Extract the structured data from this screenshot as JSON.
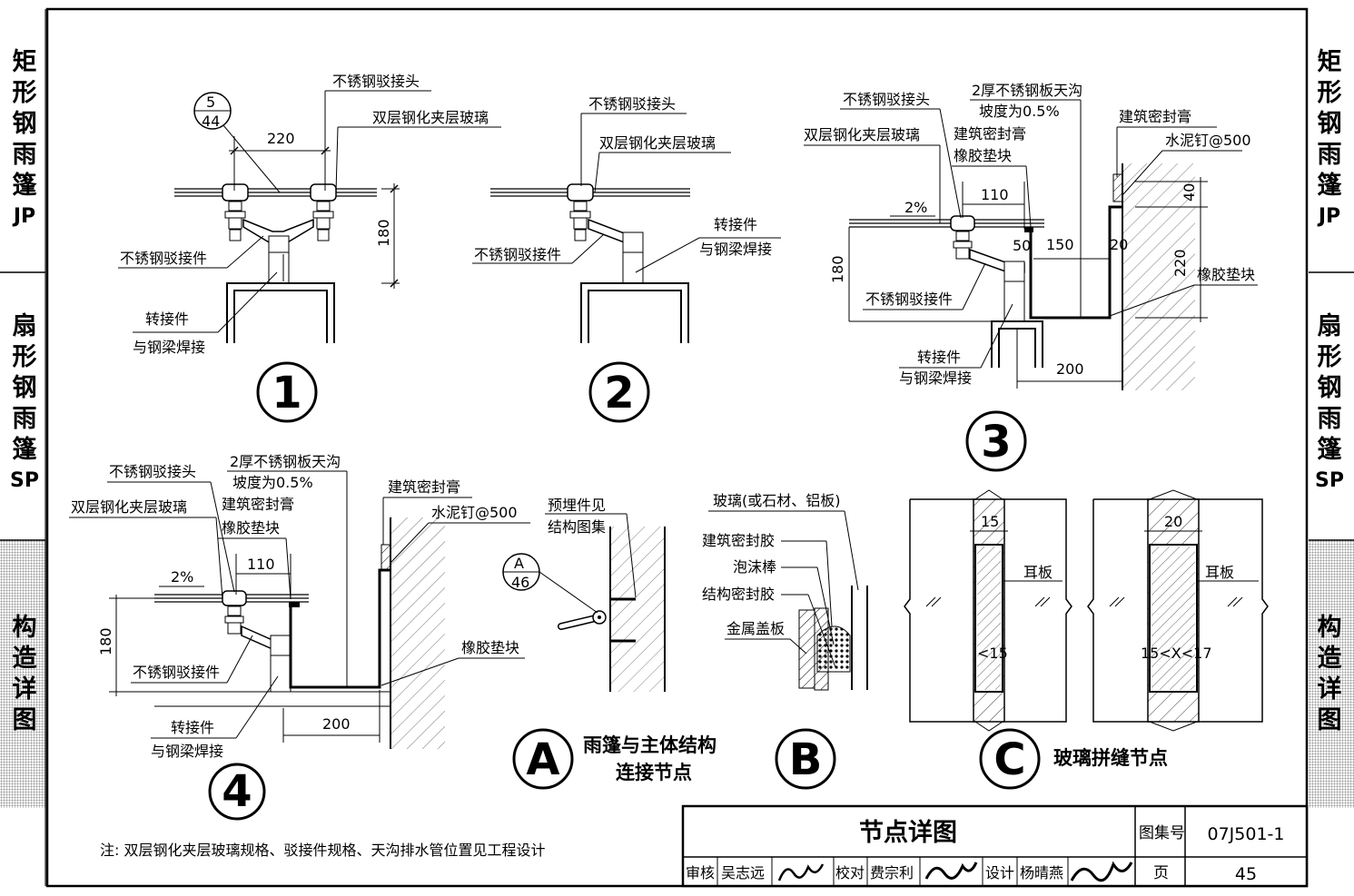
{
  "side_tabs": {
    "left": [
      {
        "chars": [
          "矩",
          "形",
          "钢",
          "雨",
          "篷"
        ],
        "code": "JP"
      },
      {
        "chars": [
          "扇",
          "形",
          "钢",
          "雨",
          "篷"
        ],
        "code": "SP"
      },
      {
        "chars": [
          "构",
          "造",
          "详",
          "图"
        ],
        "code": ""
      }
    ],
    "right": [
      {
        "chars": [
          "矩",
          "形",
          "钢",
          "雨",
          "篷"
        ],
        "code": "JP"
      },
      {
        "chars": [
          "扇",
          "形",
          "钢",
          "雨",
          "篷"
        ],
        "code": "SP"
      },
      {
        "chars": [
          "构",
          "造",
          "详",
          "图"
        ],
        "code": ""
      }
    ]
  },
  "detail1": {
    "number": "1",
    "ref_top": "5",
    "ref_bottom": "44",
    "labels": {
      "joint": "不锈钢驳接头",
      "glass": "双层钢化夹层玻璃",
      "fitting": "不锈钢驳接件",
      "adapter": "转接件",
      "weld": "与钢梁焊接"
    },
    "dims": {
      "spacing": "220",
      "height": "180"
    }
  },
  "detail2": {
    "number": "2",
    "labels": {
      "joint": "不锈钢驳接头",
      "glass": "双层钢化夹层玻璃",
      "fitting": "不锈钢驳接件",
      "adapter": "转接件",
      "weld": "与钢梁焊接"
    }
  },
  "detail3": {
    "number": "3",
    "labels": {
      "joint": "不锈钢驳接头",
      "gutter": "2厚不锈钢板天沟",
      "slope": "坡度为0.5%",
      "glass": "双层钢化夹层玻璃",
      "sealant": "建筑密封膏",
      "pad": "橡胶垫块",
      "sealant_wall": "建筑密封膏",
      "nail": "水泥钉@500",
      "pad_wall": "橡胶垫块",
      "fitting": "不锈钢驳接件",
      "adapter": "转接件",
      "weld": "与钢梁焊接"
    },
    "dims": {
      "d110": "110",
      "d50": "50",
      "d150": "150",
      "d20": "20",
      "d40": "40",
      "d220": "220",
      "d180": "180",
      "d200": "200",
      "slope2": "2%"
    }
  },
  "detail4": {
    "number": "4",
    "labels": {
      "joint": "不锈钢驳接头",
      "gutter": "2厚不锈钢板天沟",
      "slope": "坡度为0.5%",
      "glass": "双层钢化夹层玻璃",
      "sealant": "建筑密封膏",
      "pad": "橡胶垫块",
      "sealant_wall": "建筑密封膏",
      "nail": "水泥钉@500",
      "pad_wall": "橡胶垫块",
      "fitting": "不锈钢驳接件",
      "adapter": "转接件",
      "weld": "与钢梁焊接"
    },
    "dims": {
      "d110": "110",
      "d180": "180",
      "d200": "200",
      "slope2": "2%"
    }
  },
  "detailA": {
    "letter": "A",
    "ref_top": "A",
    "ref_bottom": "46",
    "labels": {
      "embed1": "预埋件见",
      "embed2": "结构图集"
    },
    "caption1": "雨篷与主体结构",
    "caption2": "连接节点"
  },
  "detailB": {
    "letter": "B",
    "labels": {
      "glass": "玻璃(或石材、铝板)",
      "sealant": "建筑密封胶",
      "foam": "泡沫棒",
      "structural": "结构密封胶",
      "cover": "金属盖板"
    }
  },
  "detailC": {
    "letter": "C",
    "caption": "玻璃拼缝节点",
    "left": {
      "top_dim": "15",
      "ear": "耳板",
      "gap": "<15"
    },
    "right": {
      "top_dim": "20",
      "ear": "耳板",
      "gap": "15<X<17"
    }
  },
  "note": "注: 双层钢化夹层玻璃规格、驳接件规格、天沟排水管位置见工程设计",
  "title_block": {
    "title": "节点详图",
    "atlas_label": "图集号",
    "atlas_no": "07J501-1",
    "page_label": "页",
    "page_no": "45",
    "review_label": "审核",
    "reviewer": "吴志远",
    "check_label": "校对",
    "checker": "费宗利",
    "design_label": "设计",
    "designer": "杨晴燕"
  }
}
